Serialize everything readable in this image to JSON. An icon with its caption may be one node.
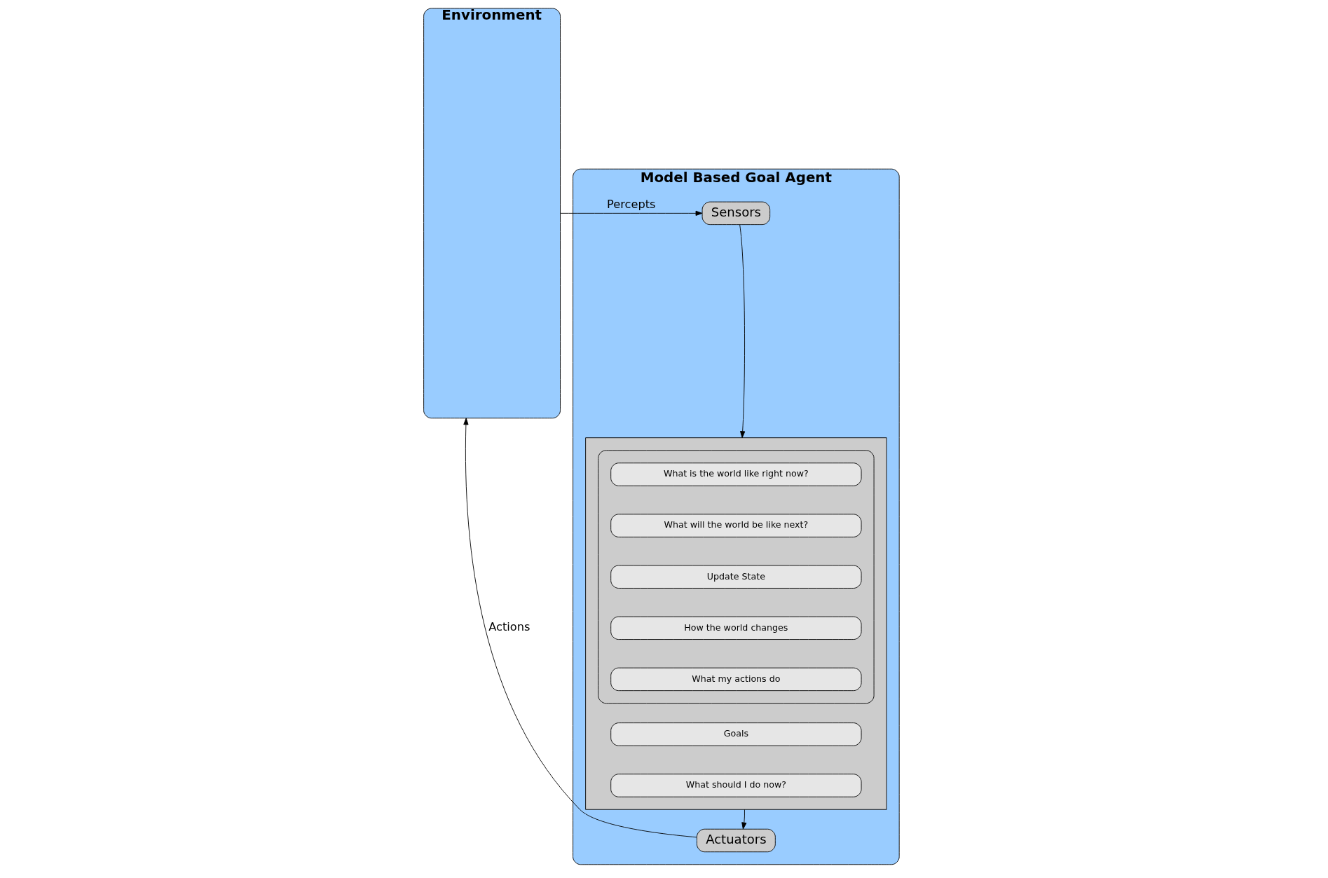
{
  "diagram": {
    "nodes": [
      {
        "text": [
          "Environment"
        ]
      },
      {
        "text": [
          "Model Based Goal Agent"
        ]
      },
      {
        "text": [
          "Sensors"
        ],
        "in": 1
      },
      {
        "text": [],
        "shape": "box",
        "in": 1
      },
      {
        "text": [],
        "shape": "box",
        "in": 3
      },
      {
        "text": [
          "What is the world like right now?"
        ],
        "in": 4
      },
      {
        "text": [
          "What will the world be like next?"
        ],
        "in": 4
      },
      {
        "text": [
          "Update State"
        ],
        "in": 4
      },
      {
        "text": [
          "How the world changes"
        ],
        "in": 4
      },
      {
        "text": [
          "What my actions do"
        ],
        "in": 4
      },
      {
        "text": [
          "Goals"
        ],
        "in": 3
      },
      {
        "text": [
          "What should I do now?"
        ],
        "in": 3
      },
      {
        "text": [
          "Actuators"
        ],
        "in": 1
      }
    ],
    "edges": [
      {
        "from": 0,
        "to": 2,
        "arrow": "to",
        "label": "Percepts"
      },
      {
        "from": 2,
        "to": 3,
        "arrow": "to"
      },
      {
        "from": 3,
        "to": 12,
        "arrow": "to"
      },
      {
        "from": 12,
        "to": 0,
        "arrow": "to",
        "label": "Actions"
      }
    ]
  }
}
